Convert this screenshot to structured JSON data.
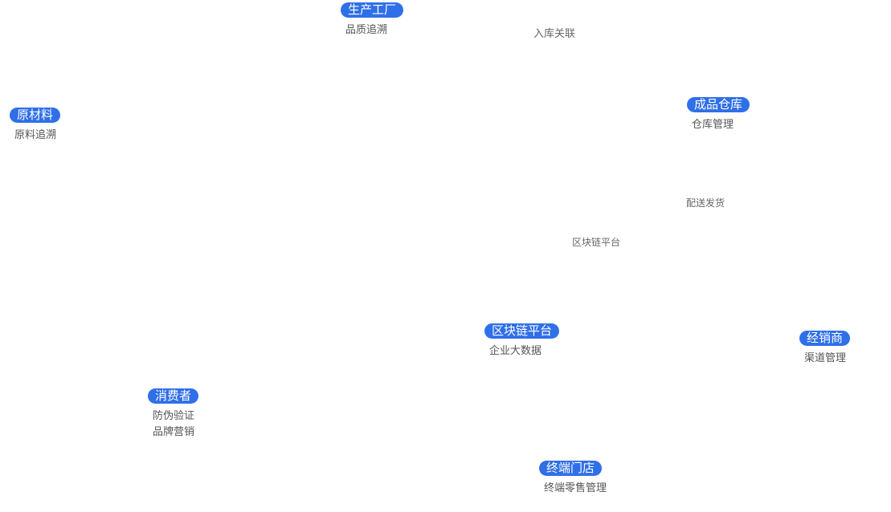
{
  "nodes": {
    "factory": {
      "title": "生产工厂",
      "subs": [
        "品质追溯"
      ]
    },
    "raw_material": {
      "title": "原材料",
      "subs": [
        "原料追溯"
      ]
    },
    "warehouse": {
      "title": "成品仓库",
      "subs": [
        "仓库管理"
      ]
    },
    "blockchain": {
      "title": "区块链平台",
      "subs": [
        "企业大数据"
      ]
    },
    "dealer": {
      "title": "经销商",
      "subs": [
        "渠道管理"
      ]
    },
    "consumer": {
      "title": "消费者",
      "subs": [
        "防伪验证",
        "品牌营销"
      ]
    },
    "store": {
      "title": "终端门店",
      "subs": [
        "终端零售管理"
      ]
    }
  },
  "edge_labels": {
    "storage_link": "入库关联",
    "delivery": "配送发货",
    "blockchain_platform": "区块链平台"
  },
  "colors": {
    "pill_background": "#2f6fe8",
    "pill_text": "#ffffff",
    "sub_text": "#555555",
    "edge_label_text": "#666666"
  }
}
